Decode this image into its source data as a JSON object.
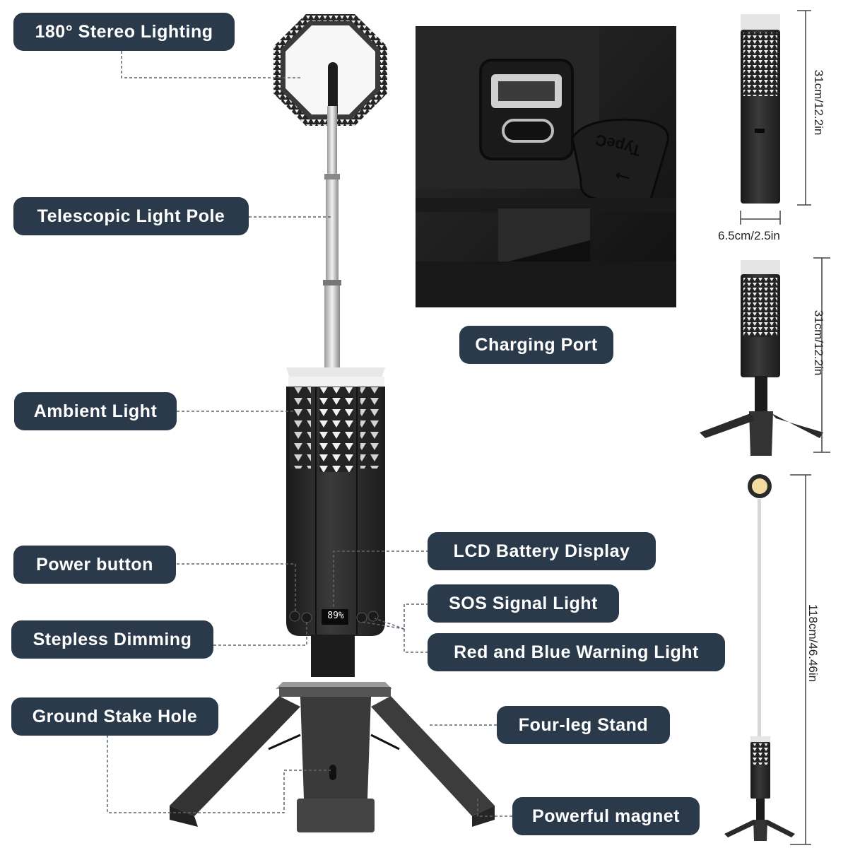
{
  "labels": {
    "stereo_lighting": "180° Stereo Lighting",
    "telescopic_pole": "Telescopic Light Pole",
    "ambient_light": "Ambient Light",
    "power_button": "Power button",
    "stepless_dimming": "Stepless Dimming",
    "ground_stake_hole": "Ground Stake Hole",
    "charging_port": "Charging Port",
    "lcd_battery_display": "LCD Battery Display",
    "sos_signal_light": "SOS Signal Light",
    "red_blue_warning": "Red and Blue Warning Light",
    "four_leg_stand": "Four-leg Stand",
    "powerful_magnet": "Powerful magnet"
  },
  "dimensions": {
    "height_closed": "31cm/12.2in",
    "width": "6.5cm/2.5in",
    "height_stand": "31cm/12.2in",
    "height_extended": "118cm/46.46in"
  },
  "lcd_reading": "89%",
  "port_cover_text": "TypeC",
  "colors": {
    "label_bg": "#2b3a4a",
    "label_text": "#ffffff",
    "product_body": "#2d2d2d",
    "leader_line": "#5a6572"
  }
}
